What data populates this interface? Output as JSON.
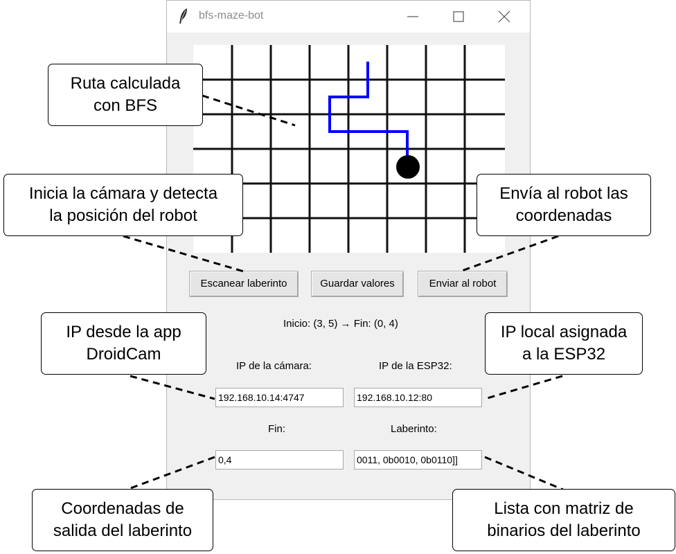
{
  "window": {
    "title": "bfs-maze-bot",
    "icon": "feather-icon"
  },
  "maze": {
    "path_color": "#0000ff",
    "robot_color": "#000000",
    "grid_color": "#111111"
  },
  "buttons": {
    "scan": "Escanear laberinto",
    "save": "Guardar valores",
    "send": "Enviar al robot"
  },
  "status_text": "Inicio: (3, 5) → Fin: (0, 4)",
  "fields": {
    "camera_ip_label": "IP de la cámara:",
    "camera_ip_value": "192.168.10.14:4747",
    "esp32_ip_label": "IP de la ESP32:",
    "esp32_ip_value": "192.168.10.12:80",
    "end_label": "Fin:",
    "end_value": "0,4",
    "maze_label": "Laberinto:",
    "maze_value": "0011, 0b0010, 0b0110]]"
  },
  "callouts": {
    "route": [
      "Ruta calculada",
      "con BFS"
    ],
    "camera": [
      "Inicia la cámara y detecta",
      "la posición del robot"
    ],
    "send": [
      "Envía al robot las",
      "coordenadas"
    ],
    "droidcam": [
      "IP desde la app",
      "DroidCam"
    ],
    "esp32": [
      "IP local asignada",
      "a la ESP32"
    ],
    "exit": [
      "Coordenadas de",
      "salida del laberinto"
    ],
    "matrix": [
      "Lista con matriz de",
      "binarios del laberinto"
    ]
  }
}
